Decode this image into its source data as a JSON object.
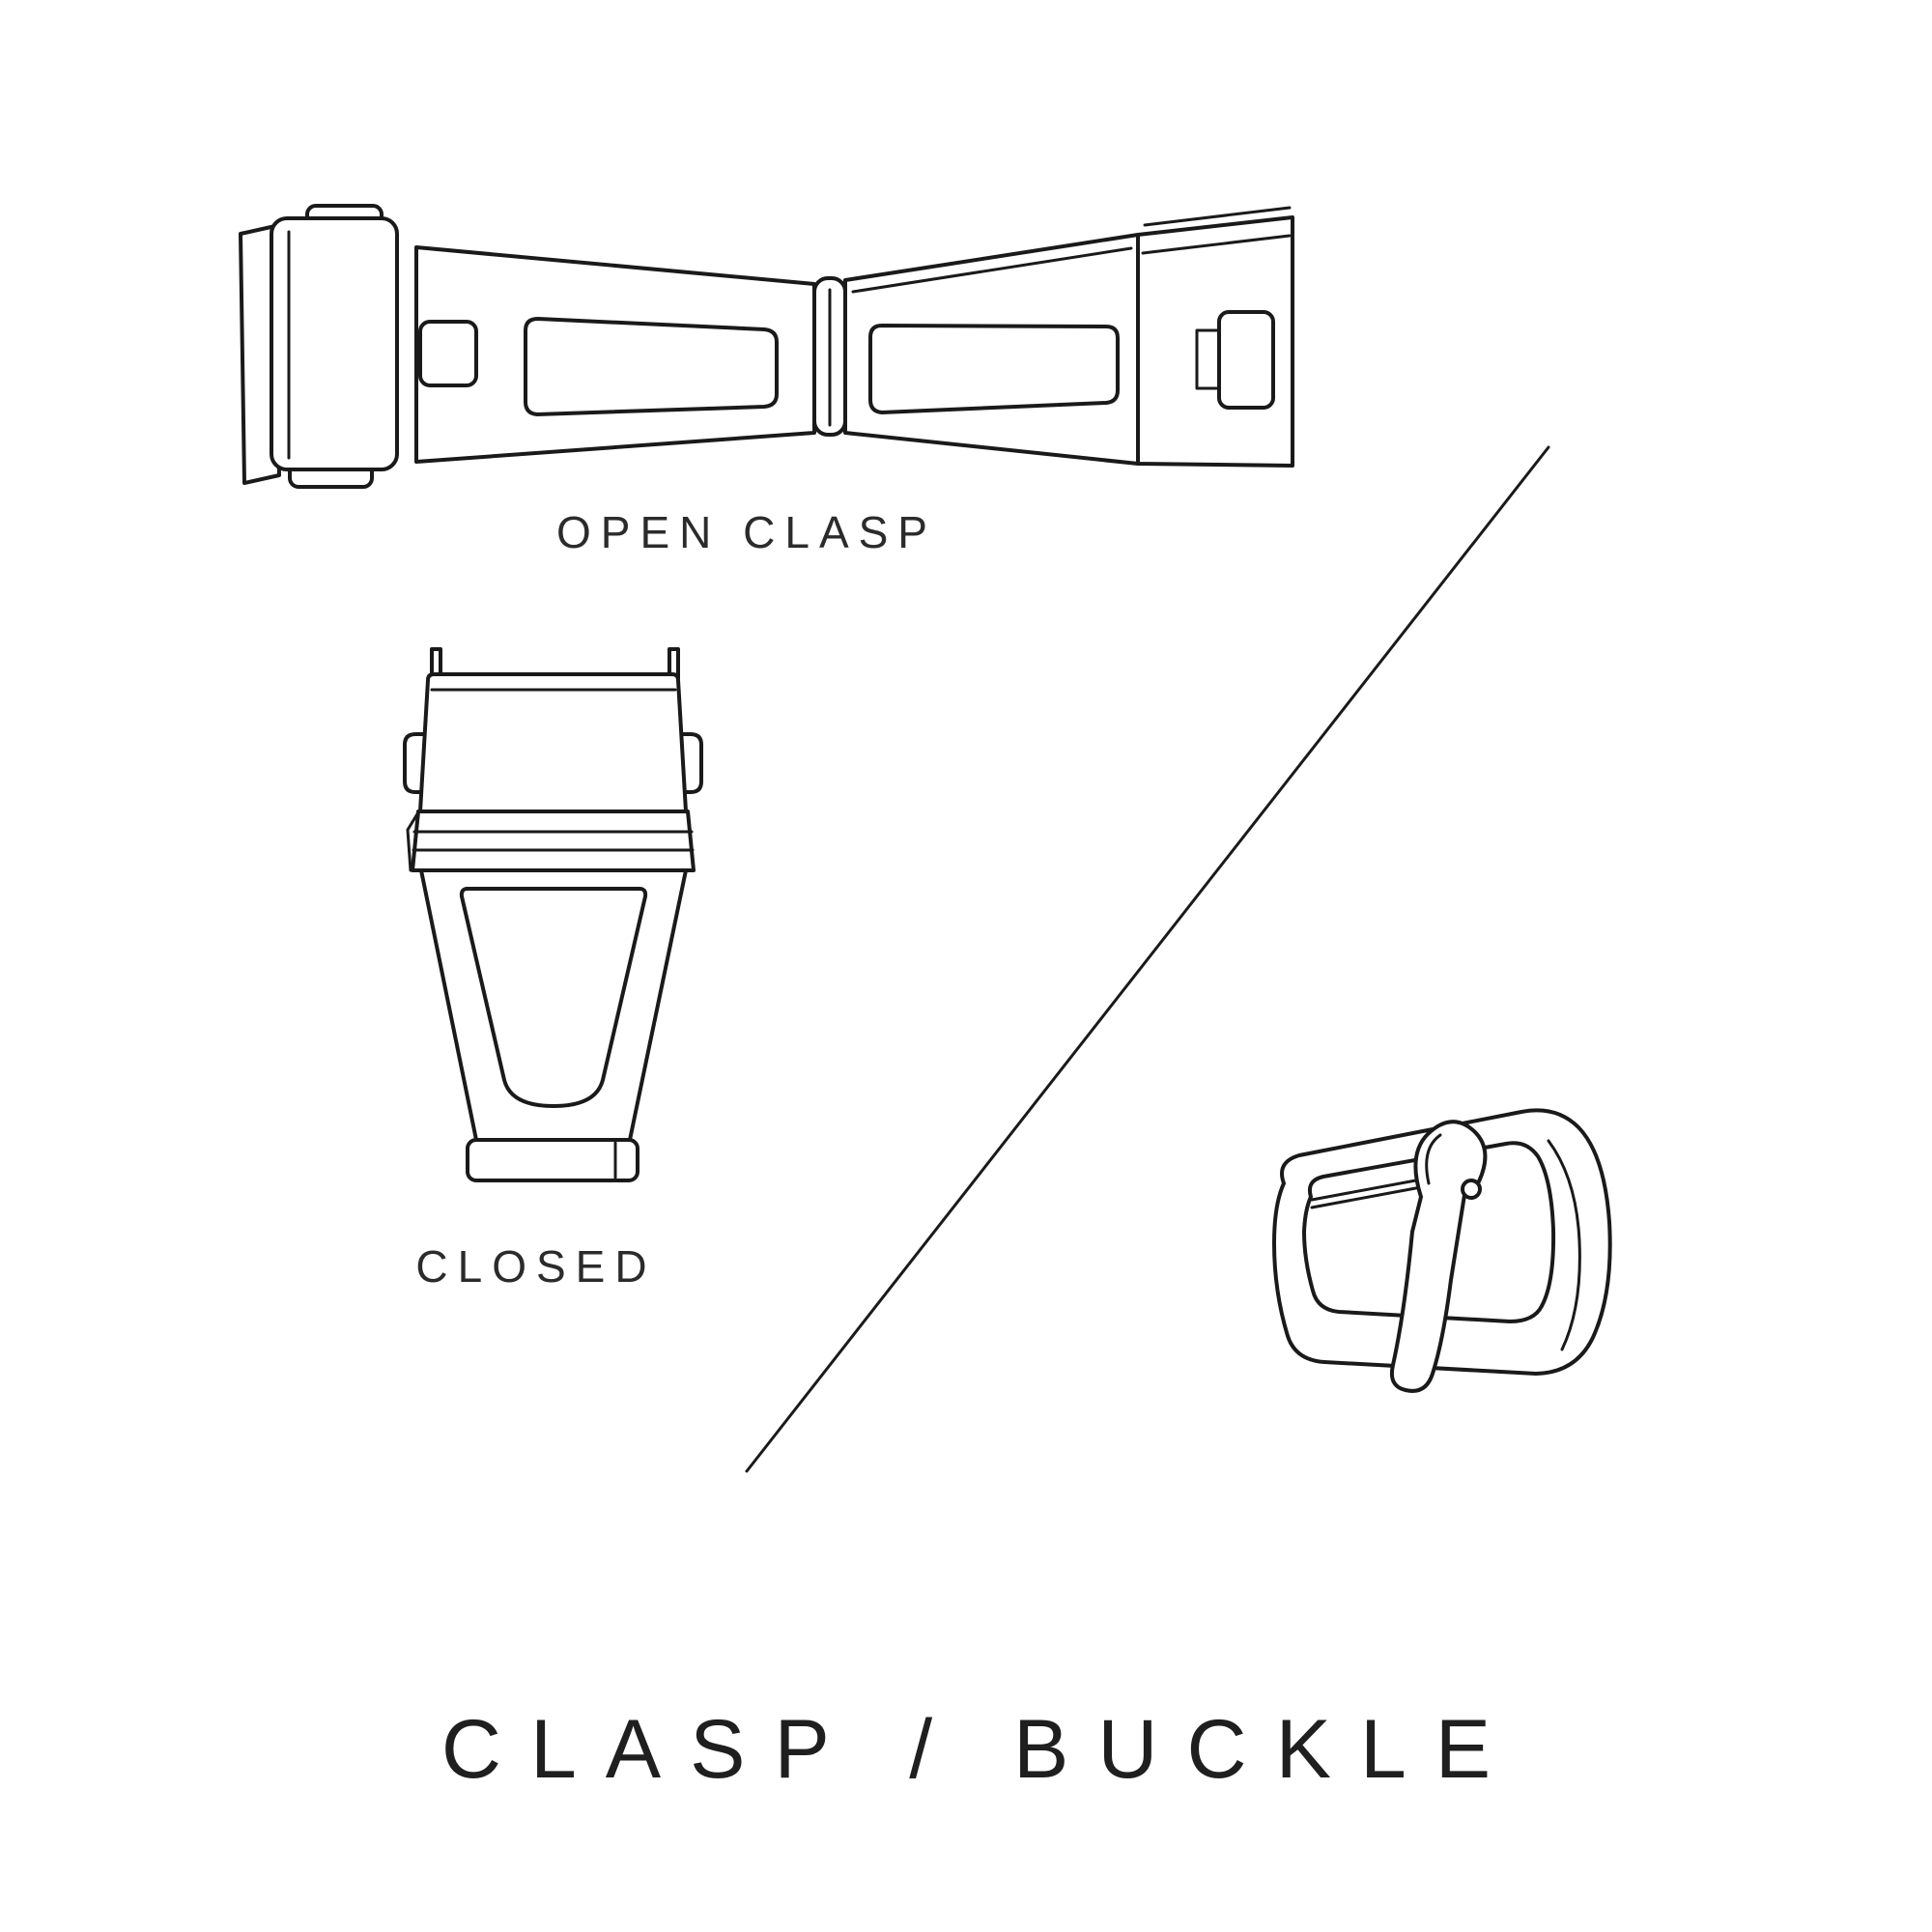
{
  "page": {
    "background_color": "#ffffff",
    "line_color": "#1a1a1a",
    "text_color": "#2b2b2b",
    "title": "CLASP / BUCKLE"
  },
  "figures": {
    "open_clasp": {
      "caption": "OPEN CLASP",
      "icon": "open-clasp-illustration"
    },
    "closed_clasp": {
      "caption": "CLOSED",
      "icon": "closed-clasp-illustration"
    },
    "buckle": {
      "icon": "buckle-illustration"
    }
  },
  "divider": {
    "icon": "diagonal-divider-line"
  }
}
